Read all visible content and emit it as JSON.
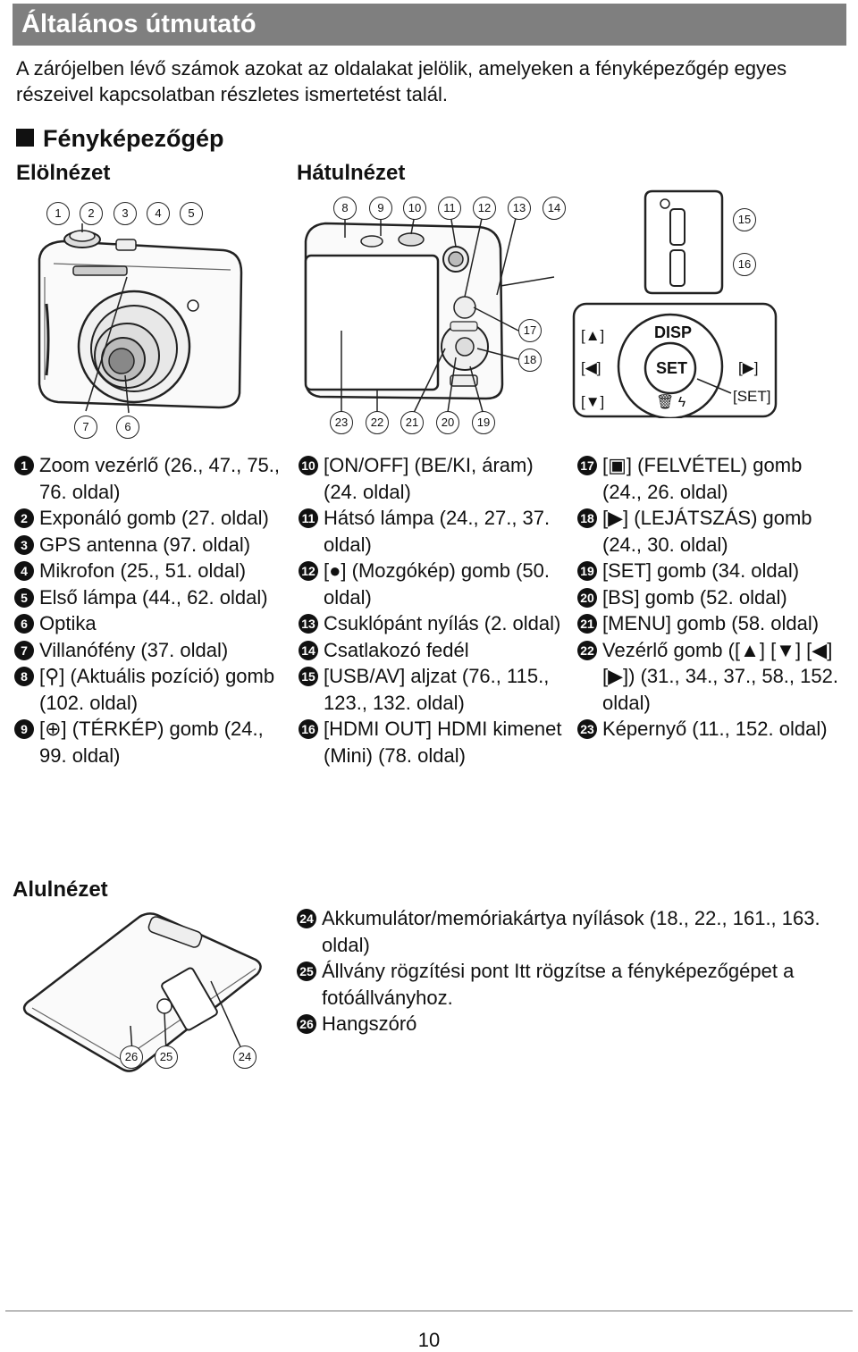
{
  "header": {
    "title": "Általános útmutató"
  },
  "intro": "A zárójelben lévő számok azokat az oldalakat jelölik, amelyeken a fényképezőgép egyes részeivel kapcsolatban részletes ismertetést talál.",
  "section_title": "Fényképezőgép",
  "views": {
    "front": "Elölnézet",
    "back": "Hátulnézet",
    "bottom": "Alulnézet"
  },
  "dpad": {
    "up": "[▲]",
    "left": "[◀]",
    "down": "[▼]",
    "right": "[▶]",
    "set_label": "[SET]",
    "disp": "DISP",
    "set": "SET"
  },
  "legend_col1": [
    {
      "num": "1",
      "text": "Zoom vezérlő (26., 47., 75., 76. oldal)"
    },
    {
      "num": "2",
      "text": "Exponáló gomb (27. oldal)"
    },
    {
      "num": "3",
      "text": "GPS antenna (97. oldal)"
    },
    {
      "num": "4",
      "text": "Mikrofon (25., 51. oldal)"
    },
    {
      "num": "5",
      "text": "Első lámpa (44., 62. oldal)"
    },
    {
      "num": "6",
      "text": "Optika"
    },
    {
      "num": "7",
      "text": "Villanófény (37. oldal)"
    },
    {
      "num": "8",
      "text": "[⚲] (Aktuális pozíció) gomb (102. oldal)"
    },
    {
      "num": "9",
      "text": "[⊕] (TÉRKÉP) gomb (24., 99. oldal)"
    }
  ],
  "legend_col2": [
    {
      "num": "10",
      "text": "[ON/OFF] (BE/KI, áram) (24. oldal)"
    },
    {
      "num": "11",
      "text": "Hátsó lámpa (24., 27., 37. oldal)"
    },
    {
      "num": "12",
      "text": "[●] (Mozgókép) gomb (50. oldal)"
    },
    {
      "num": "13",
      "text": "Csuklópánt nyílás (2. oldal)"
    },
    {
      "num": "14",
      "text": "Csatlakozó fedél"
    },
    {
      "num": "15",
      "text": "[USB/AV] aljzat (76., 115., 123., 132. oldal)"
    },
    {
      "num": "16",
      "text": "[HDMI OUT] HDMI kimenet (Mini) (78. oldal)"
    }
  ],
  "legend_col3": [
    {
      "num": "17",
      "text": "[▣] (FELVÉTEL) gomb (24., 26. oldal)"
    },
    {
      "num": "18",
      "text": "[▶] (LEJÁTSZÁS) gomb (24., 30. oldal)"
    },
    {
      "num": "19",
      "text": "[SET] gomb (34. oldal)"
    },
    {
      "num": "20",
      "text": "[BS] gomb (52. oldal)"
    },
    {
      "num": "21",
      "text": "[MENU] gomb (58. oldal)"
    },
    {
      "num": "22",
      "text": "Vezérlő gomb ([▲] [▼] [◀] [▶]) (31., 34., 37., 58., 152. oldal)"
    },
    {
      "num": "23",
      "text": "Képernyő (11., 152. oldal)"
    }
  ],
  "legend_bottom": [
    {
      "num": "24",
      "text": "Akkumulátor/memóriakártya nyílások (18., 22., 161., 163. oldal)"
    },
    {
      "num": "25",
      "text": "Állvány rögzítési pont Itt rögzítse a fényképezőgépet a fotóállványhoz."
    },
    {
      "num": "26",
      "text": "Hangszóró"
    }
  ],
  "page_number": "10"
}
